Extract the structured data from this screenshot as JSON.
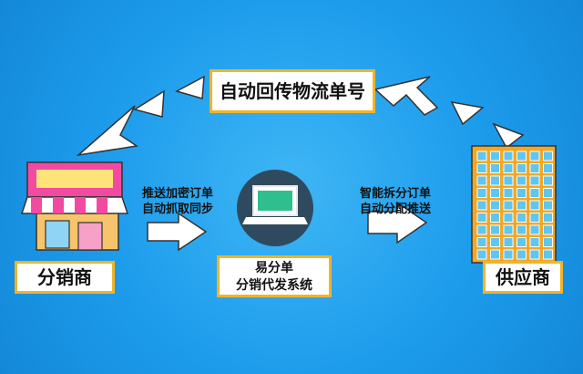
{
  "top_label": "自动回传物流单号",
  "distributor_label": "分销商",
  "supplier_label": "供应商",
  "center_label_line1": "易分单",
  "center_label_line2": "分销代发系统",
  "left_flow_line1": "推送加密订单",
  "left_flow_line2": "自动抓取同步",
  "right_flow_line1": "智能拆分订单",
  "right_flow_line2": "自动分配推送",
  "colors": {
    "background": "#1d9cec",
    "box_border": "#f0b428",
    "arrow_fill": "#ffffff",
    "arrow_stroke": "#333333",
    "store_pink": "#f24aa0",
    "laptop_circle": "#2f4a5e",
    "building_orange": "#f5a623",
    "building_window": "#5fc6f0"
  },
  "icons": [
    "store-icon",
    "laptop-icon",
    "building-icon"
  ]
}
